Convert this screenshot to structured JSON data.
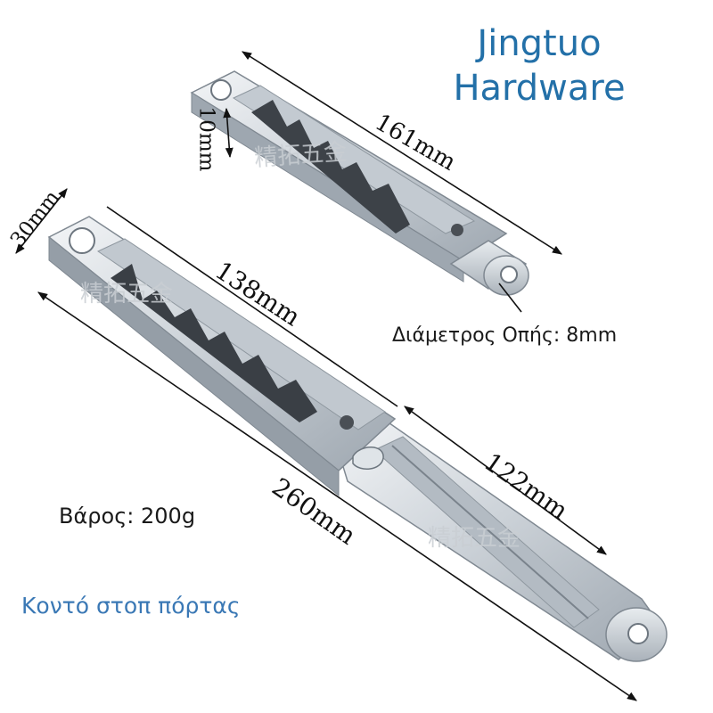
{
  "brand": {
    "line1": "Jingtuo",
    "line2": "Hardware"
  },
  "dimensions": {
    "short_length": "161mm",
    "short_thickness": "10mm",
    "width": "30mm",
    "inner_slot": "138mm",
    "lower_slot": "122mm",
    "total_length": "260mm"
  },
  "hole_note": "Διάμετρος Οπής: 8mm",
  "weight_note": "Βάρος: 200g",
  "caption": "Κοντό στοπ πόρτας",
  "watermark": "精拓五金",
  "colors": {
    "brand": "#2370a8",
    "caption": "#3a78b5",
    "metal": "#d3d9df",
    "metal_shadow": "#9aa3ac"
  }
}
